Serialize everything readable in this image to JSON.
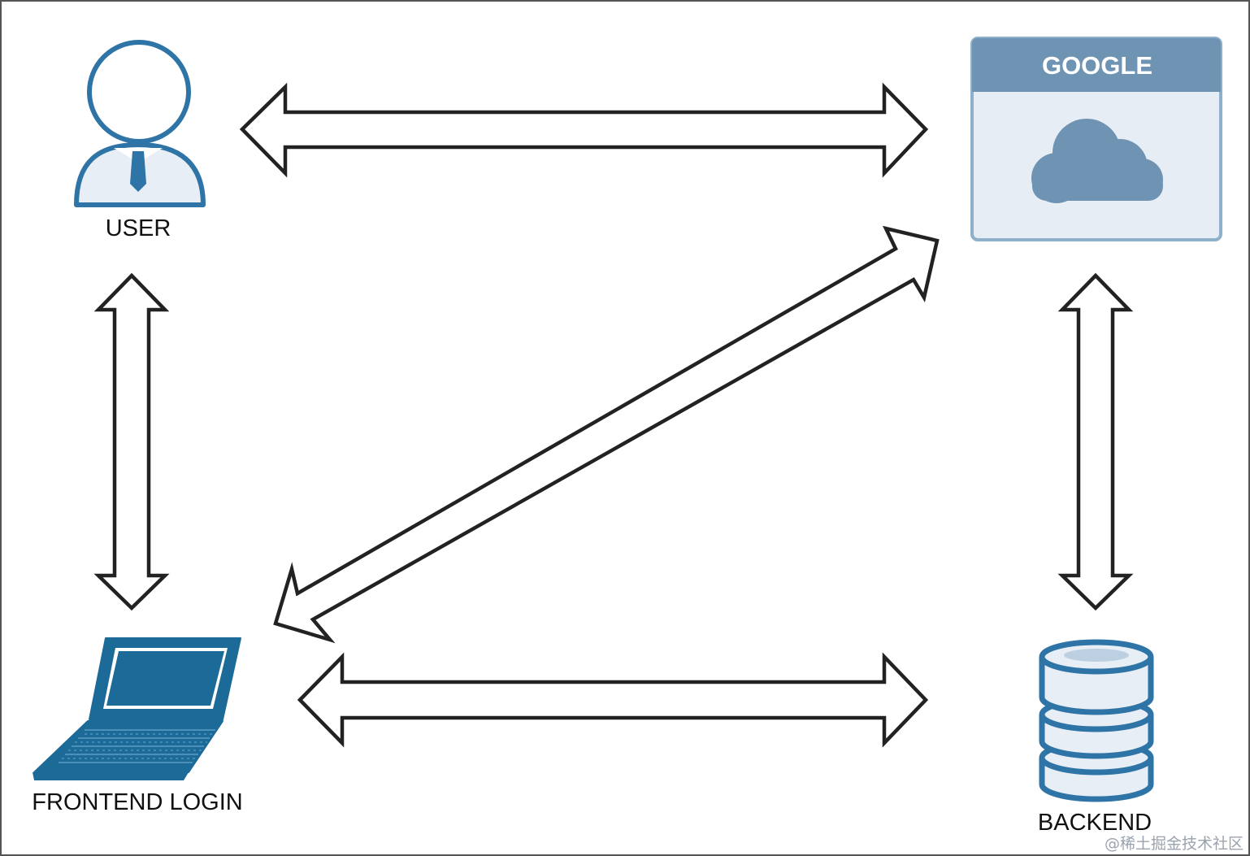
{
  "nodes": {
    "user": {
      "label": "USER",
      "icon": "user-icon"
    },
    "google": {
      "title": "GOOGLE",
      "icon": "cloud-icon"
    },
    "frontend": {
      "label": "FRONTEND LOGIN",
      "icon": "laptop-icon"
    },
    "backend": {
      "label": "BACKEND",
      "icon": "database-icon"
    }
  },
  "connections": [
    {
      "from": "USER",
      "to": "GOOGLE",
      "direction": "bidirectional"
    },
    {
      "from": "USER",
      "to": "FRONTEND LOGIN",
      "direction": "bidirectional"
    },
    {
      "from": "FRONTEND LOGIN",
      "to": "GOOGLE",
      "direction": "bidirectional"
    },
    {
      "from": "GOOGLE",
      "to": "BACKEND",
      "direction": "bidirectional"
    },
    {
      "from": "FRONTEND LOGIN",
      "to": "BACKEND",
      "direction": "bidirectional"
    }
  ],
  "watermark": "@稀土掘金技术社区",
  "colors": {
    "icon_blue": "#1c6a98",
    "icon_outline": "#2e74a6",
    "google_header": "#6f93b3",
    "google_body": "#e7edf4",
    "cloud": "#6e93b3",
    "arrow_stroke": "#222222",
    "frame": "#555555"
  }
}
